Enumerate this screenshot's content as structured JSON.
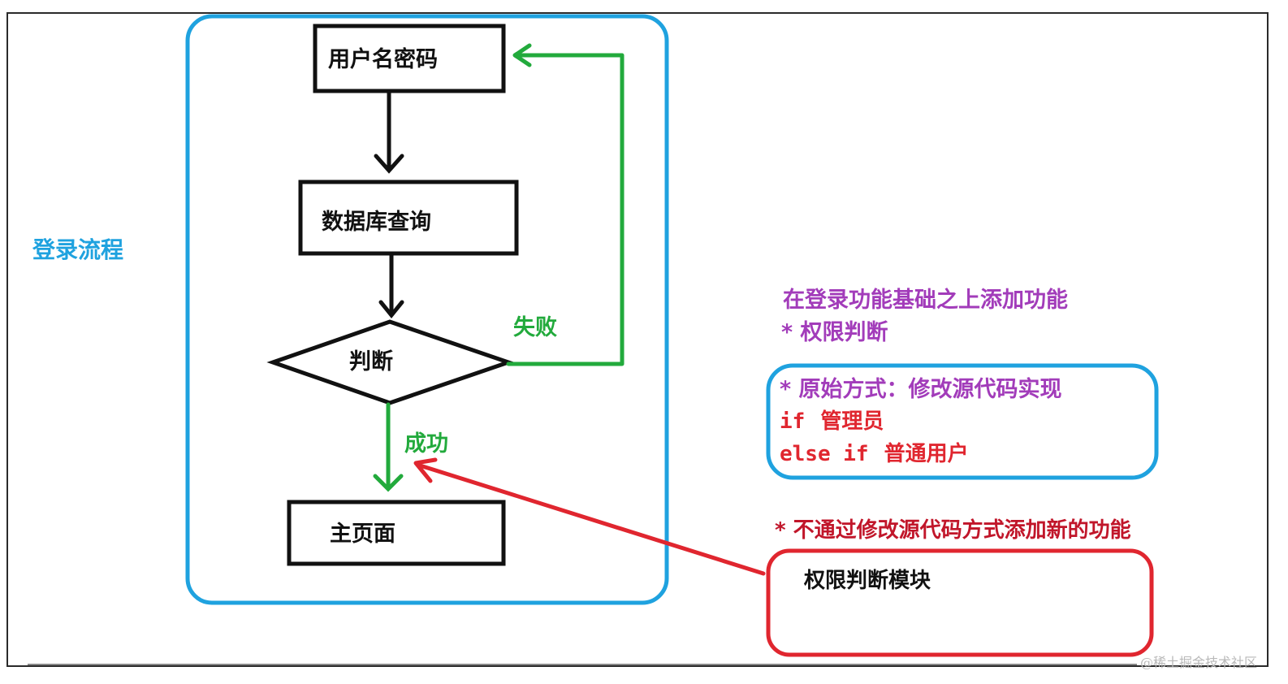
{
  "side_title": "登录流程",
  "flow": {
    "box_username": "用户名密码",
    "box_db_query": "数据库查询",
    "diamond_judge": "判断",
    "box_homepage": "主页面",
    "fail_label": "失败",
    "success_label": "成功"
  },
  "note": {
    "heading": "在登录功能基础之上添加功能",
    "bullet": "* 权限判断"
  },
  "original_box": {
    "line1": "* 原始方式：修改源代码实现",
    "line2_code": "if",
    "line2_text": "管理员",
    "line3_code": "else if",
    "line3_text": "普通用户"
  },
  "new_way": {
    "heading": "* 不通过修改源代码方式添加新的功能",
    "module_label": "权限判断模块"
  },
  "watermark": "@稀土掘金技术社区",
  "colors": {
    "blue": "#1fa2df",
    "green": "#22aa3c",
    "red": "#e0262f",
    "purple": "#a23cba",
    "black": "#111111"
  }
}
